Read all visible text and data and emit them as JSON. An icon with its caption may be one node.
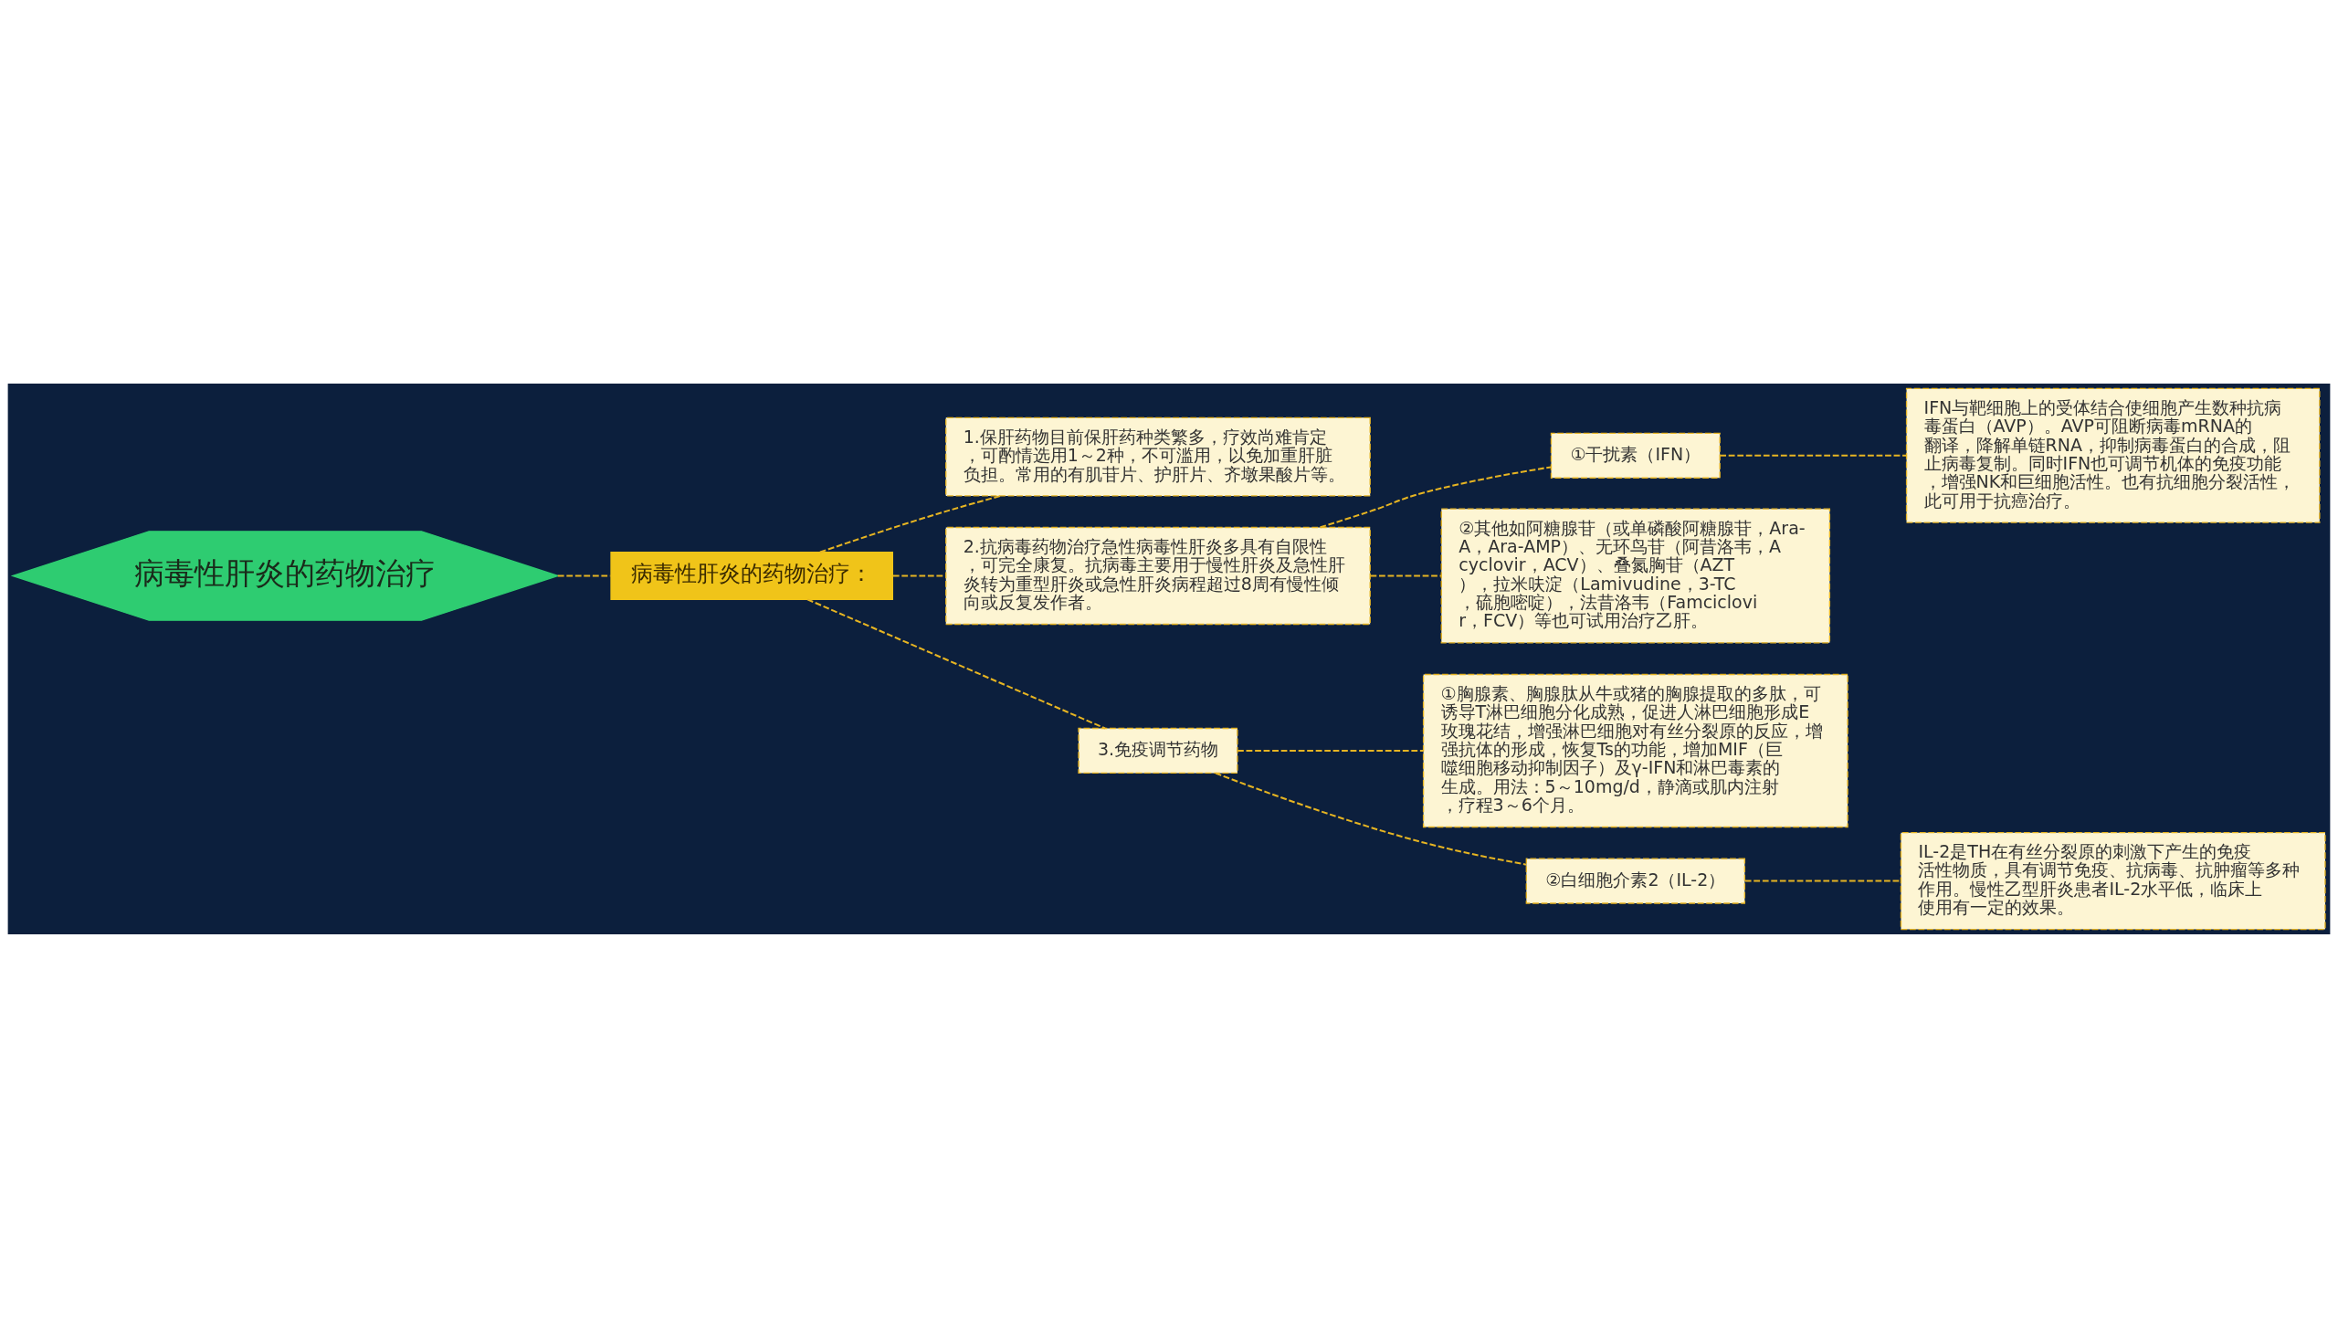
{
  "diagram": {
    "nodes": [
      {
        "text": [
          "病毒性肝炎的药物治疗"
        ]
      },
      {
        "text": [
          "病毒性肝炎的药物治疗："
        ]
      },
      {
        "text": [
          "1.保肝药物目前保肝药种类繁多，疗效尚难肯定，可酌情选用1～2种，不可滥用，以免加重肝脏负担。常用的有肌苷片、护肝片、齐墩果酸片等。"
        ]
      },
      {
        "text": [
          "2.抗病毒药物治疗急性病毒性肝炎多具有自限性，可完全康复。抗病毒主要用于慢性肝炎及急性肝炎转为重型肝炎或急性肝炎病程超过8周有慢性倾向或反复发作者。"
        ]
      },
      {
        "text": [
          "①干扰素（IFN）"
        ]
      },
      {
        "text": [
          "IFN与靶细胞上的受体结合使细胞产生数种抗病毒蛋白（AVP）。AVP可阻断病毒mRNA的翻译，降解单链RNA，抑制病毒蛋白的合成，阻止病毒复制。同时IFN也可调节机体的免疫功能，增强NK和巨细胞活性。也有抗细胞分裂活性，此可用于抗癌治疗。"
        ]
      },
      {
        "text": [
          "②其他如阿糖腺苷（或单磷酸阿糖腺苷，Ara-A，Ara-AMP）、无环鸟苷（阿昔洛韦，Acyclovir，ACV）、叠氮胸苷（AZT），拉米呋淀（Lamivudine，3-TC，硫胞嘧啶），法昔洛韦（Famciclovir，FCV）等也可试用治疗乙肝。"
        ]
      },
      {
        "text": [
          "3.免疫调节药物"
        ]
      },
      {
        "text": [
          "①胸腺素、胸腺肽从牛或猪的胸腺提取的多肽，可诱导T淋巴细胞分化成熟，促进人淋巴细胞形成E玫瑰花结，增强淋巴细胞对有丝分裂原的反应，增强抗体的形成，恢复Ts的功能，增加MIF（巨噬细胞移动抑制因子）及γ-IFN和淋巴毒素的生成。用法：5～10mg/d，静滴或肌内注射，疗程3～6个月。"
        ]
      },
      {
        "text": [
          "②白细胞介素2（IL-2）"
        ]
      },
      {
        "text": [
          "IL-2是TH在有丝分裂原的刺激下产生的免疫活性物质，具有调节免疫、抗病毒、抗肿瘤等多种作用。慢性乙型肝炎患者IL-2水平低，临床上使用有一定的效果。"
        ]
      }
    ],
    "edges": [
      {
        "from": 0,
        "to": 1,
        "arrow": "none",
        "style": "dashed"
      },
      {
        "from": 1,
        "to": 2,
        "arrow": "none",
        "style": "dashed"
      },
      {
        "from": 1,
        "to": 3,
        "arrow": "none",
        "style": "dashed"
      },
      {
        "from": 1,
        "to": 7,
        "arrow": "none",
        "style": "dashed"
      },
      {
        "from": 3,
        "to": 4,
        "arrow": "none",
        "style": "dashed"
      },
      {
        "from": 3,
        "to": 6,
        "arrow": "none",
        "style": "dashed"
      },
      {
        "from": 4,
        "to": 5,
        "arrow": "none",
        "style": "dashed"
      },
      {
        "from": 7,
        "to": 8,
        "arrow": "none",
        "style": "dashed"
      },
      {
        "from": 7,
        "to": 9,
        "arrow": "none",
        "style": "dashed"
      },
      {
        "from": 9,
        "to": 10,
        "arrow": "none",
        "style": "dashed"
      }
    ]
  }
}
